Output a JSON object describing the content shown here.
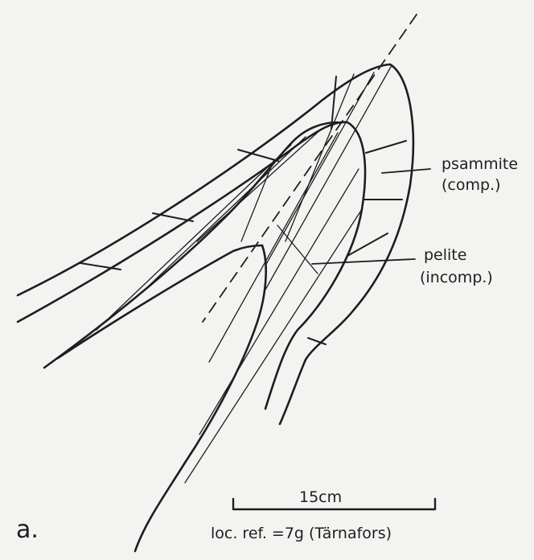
{
  "labels": {
    "psammite": "psammite",
    "psammite_note": "(comp.)",
    "pelite": "pelite",
    "pelite_note": "(incomp.)",
    "panel": "a.",
    "scale": "15cm",
    "locality": "loc. ref. =7g (Tärnafors)"
  },
  "colors": {
    "ink": "#1e1e1e",
    "paper": "#f3f3f1"
  }
}
